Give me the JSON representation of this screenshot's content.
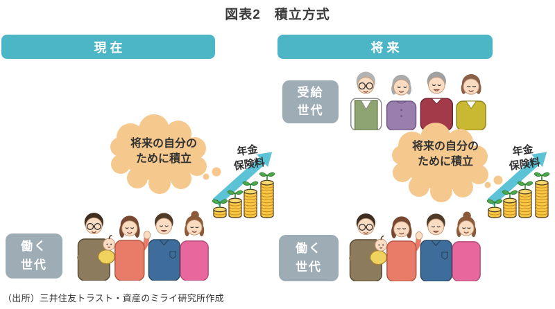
{
  "title": "図表2　積立方式",
  "source": "（出所）三井住友トラスト・資産のミライ研究所作成",
  "panels": {
    "present": {
      "header": "現在",
      "worker_label_line1": "働く",
      "worker_label_line2": "世代",
      "bubble_line1": "将来の自分の",
      "bubble_line2": "ために積立",
      "arrow_line1": "年金",
      "arrow_line2": "保険料"
    },
    "future": {
      "header": "将来",
      "receiver_label_line1": "受給",
      "receiver_label_line2": "世代",
      "worker_label_line1": "働く",
      "worker_label_line2": "世代",
      "bubble_line1": "将来の自分の",
      "bubble_line2": "ために積立",
      "arrow_line1": "年金",
      "arrow_line2": "保険料"
    }
  },
  "colors": {
    "header_teal": "#4cb5c6",
    "arrow_teal": "#5cc2d6",
    "label_gray": "#9dacb5",
    "bubble_peach": "#f5c98e",
    "coin_gold": "#f6c844",
    "sprout_green": "#4ca64c",
    "text_dark": "#333333"
  }
}
